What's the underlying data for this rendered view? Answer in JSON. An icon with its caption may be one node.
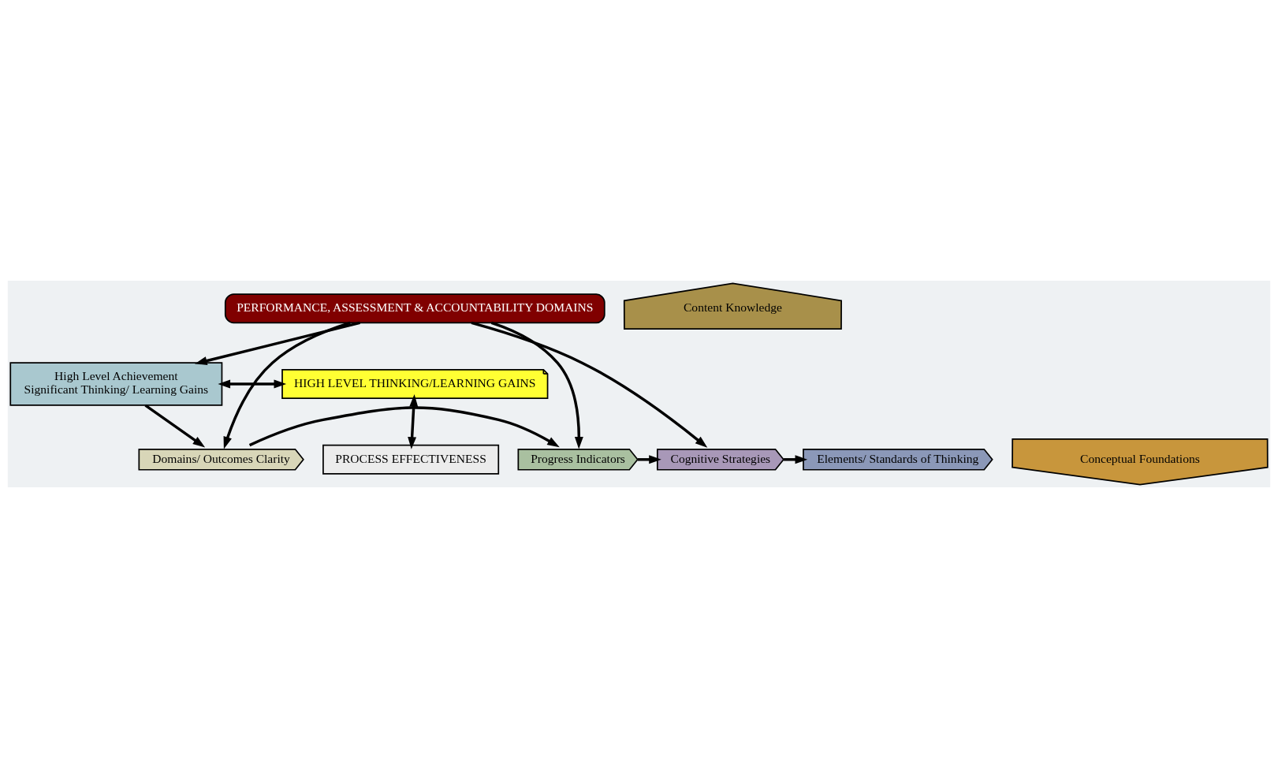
{
  "diagram": {
    "nodes": [
      {
        "text": [
          "High Level Achievement",
          "Significant Thinking/ Learning Gains"
        ]
      },
      {
        "text": [
          "HIGH LEVEL THINKING/LEARNING GAINS"
        ]
      },
      {
        "text": [
          "PROCESS EFFECTIVENESS"
        ]
      },
      {
        "text": [
          "Domains/ Outcomes Clarity"
        ]
      },
      {
        "text": [
          "Progress Indicators"
        ]
      },
      {
        "text": [
          "Cognitive Strategies"
        ]
      },
      {
        "text": [
          "Elements/ Standards of Thinking"
        ]
      },
      {
        "text": [
          "Conceptual Foundations"
        ]
      },
      {
        "text": [
          "Content Knowledge"
        ]
      },
      {
        "text": [
          "PERFORMANCE, ASSESSMENT & ACCOUNTABILITY DOMAINS"
        ]
      }
    ],
    "edges": [
      {
        "from": 0,
        "to": 1,
        "arrow": "both"
      },
      {
        "from": 1,
        "to": 2,
        "arrow": "both"
      },
      {
        "from": 0,
        "to": 3,
        "arrow": "to"
      },
      {
        "from": 3,
        "to": 4,
        "arrow": "to"
      },
      {
        "from": 4,
        "to": 5,
        "arrow": "to"
      },
      {
        "from": 5,
        "to": 6,
        "arrow": "to"
      },
      {
        "from": 9,
        "to": 0,
        "arrow": "to"
      },
      {
        "from": 9,
        "to": 3,
        "arrow": "to"
      },
      {
        "from": 9,
        "to": 4,
        "arrow": "to"
      },
      {
        "from": 9,
        "to": 5,
        "arrow": "to"
      }
    ]
  }
}
